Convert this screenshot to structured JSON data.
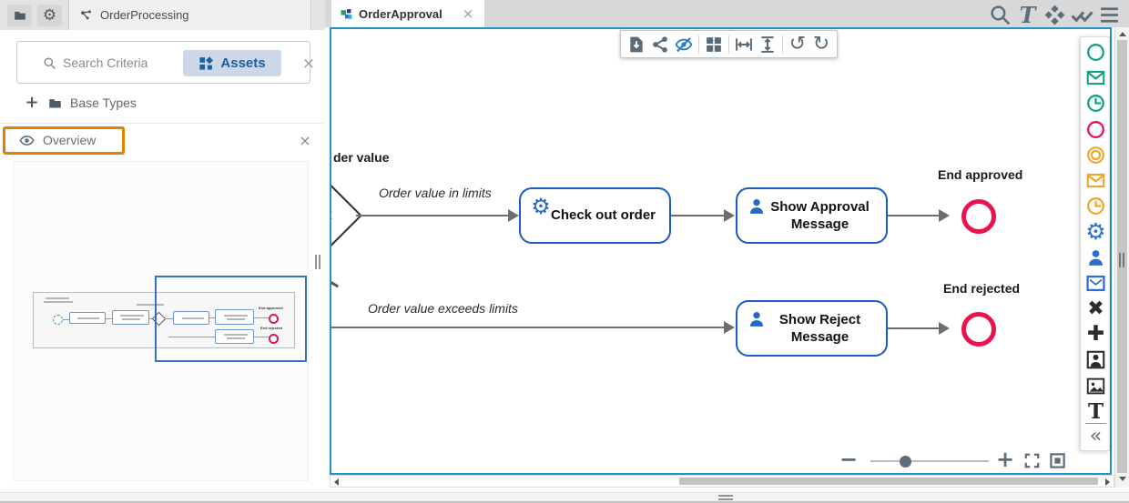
{
  "left_panel": {
    "project_tab": "OrderProcessing",
    "search_placeholder": "Search Criteria",
    "assets_button": "Assets",
    "base_types": "Base Types",
    "overview_title": "Overview",
    "header_icons": [
      "folder",
      "gear"
    ]
  },
  "tabs": {
    "active": "OrderApproval"
  },
  "top_icons": [
    "search",
    "italic-t",
    "symbols",
    "double-check",
    "menu"
  ],
  "canvas_toolbar": {
    "groups": [
      [
        "file-download",
        "share",
        "hide-overlay"
      ],
      [
        "grid"
      ],
      [
        "match-width",
        "match-height"
      ],
      [
        "undo",
        "redo"
      ]
    ]
  },
  "diagram": {
    "clipped_label": "der value",
    "flows": [
      {
        "label": "Order value in limits"
      },
      {
        "label": "Order value exceeds limits"
      }
    ],
    "tasks": [
      {
        "label": "Check out order",
        "icon": "gear-task"
      },
      {
        "label": "Show Approval Message",
        "icon": "user-task"
      },
      {
        "label": "Show Reject Message",
        "icon": "user-task"
      }
    ],
    "ends": [
      {
        "label": "End approved"
      },
      {
        "label": "End rejected"
      }
    ]
  },
  "minimap": {
    "end_labels": [
      "End approved",
      "End rejected"
    ]
  },
  "palette": {
    "items": [
      {
        "icon": "circle",
        "color": "#13a183"
      },
      {
        "icon": "envelope",
        "color": "#13a183"
      },
      {
        "icon": "clock",
        "color": "#13a183"
      },
      {
        "icon": "circle",
        "color": "#e8114b"
      },
      {
        "icon": "double-circle",
        "color": "#eda72a"
      },
      {
        "icon": "envelope",
        "color": "#eda72a"
      },
      {
        "icon": "clock",
        "color": "#eda72a"
      },
      {
        "icon": "gear",
        "color": "#2b6fd0"
      },
      {
        "icon": "user",
        "color": "#2b6fd0"
      },
      {
        "icon": "envelope-box",
        "color": "#2b6fd0"
      },
      {
        "icon": "x-marker",
        "color": "#2b2b2b"
      },
      {
        "icon": "plus-heavy",
        "color": "#2b2b2b"
      },
      {
        "icon": "user-frame",
        "color": "#2b2b2b"
      },
      {
        "icon": "image",
        "color": "#2b2b2b"
      },
      {
        "icon": "text-t",
        "color": "#2b2b2b"
      }
    ],
    "collapse_icon": "collapse"
  },
  "colors": {
    "canvas_border": "#2492c9",
    "task_border": "#1d5bbf",
    "end_event": "#e8134f",
    "highlight_orange": "#e08200",
    "hide_overlay_icon": "#2e7fc0",
    "assets_button_bg": "#ccd7e7",
    "assets_button_text": "#1d5e9e"
  }
}
